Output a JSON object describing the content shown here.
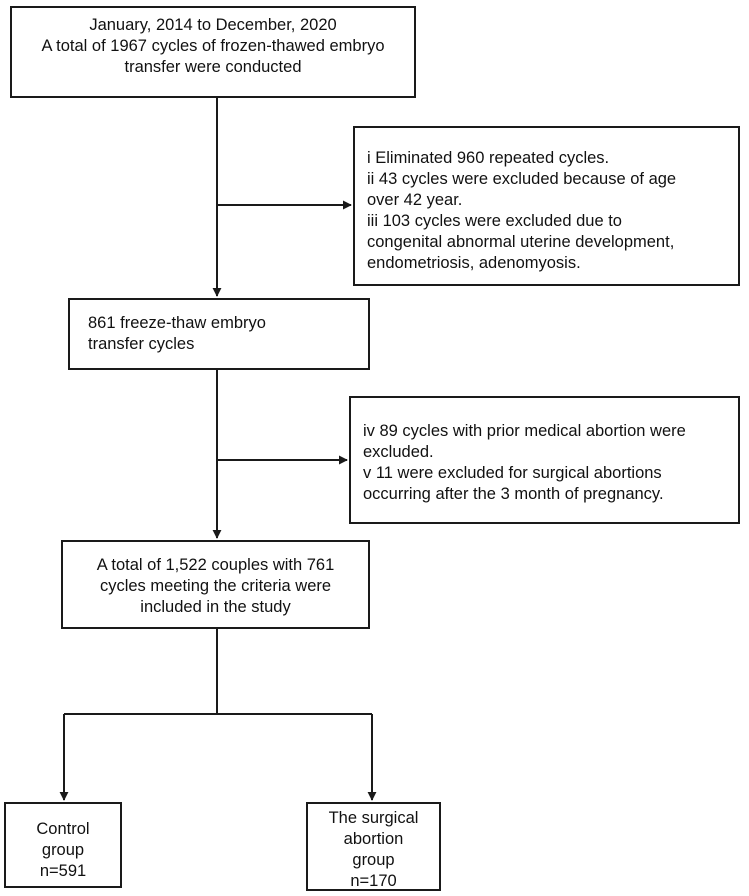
{
  "boxes": {
    "start": {
      "lines": [
        "January, 2014 to December, 2020",
        "A total of 1967 cycles of frozen-thawed embryo",
        "transfer were conducted"
      ]
    },
    "exclusion_1": {
      "lines": [
        "i Eliminated 960 repeated cycles.",
        "ii 43 cycles were excluded because of age",
        "over 42 year.",
        "iii 103 cycles were excluded due to",
        "congenital abnormal uterine development,",
        "endometriosis, adenomyosis."
      ]
    },
    "cycles_861": {
      "lines": [
        "861 freeze-thaw embryo",
        "transfer cycles"
      ]
    },
    "exclusion_2": {
      "lines": [
        "iv 89 cycles with prior medical abortion were",
        "excluded.",
        "v 11 were excluded for surgical abortions",
        "occurring after the 3 month of pregnancy."
      ]
    },
    "included": {
      "lines": [
        "A total of 1,522 couples with 761",
        "cycles meeting the criteria were",
        "included in the study"
      ]
    },
    "control": {
      "lines": [
        "Control",
        "group",
        "n=591"
      ]
    },
    "surgical": {
      "lines": [
        "The surgical",
        "abortion",
        "group",
        "n=170"
      ]
    }
  },
  "colors": {
    "stroke": "#1a1a1a",
    "background": "#ffffff",
    "text": "#111111"
  }
}
